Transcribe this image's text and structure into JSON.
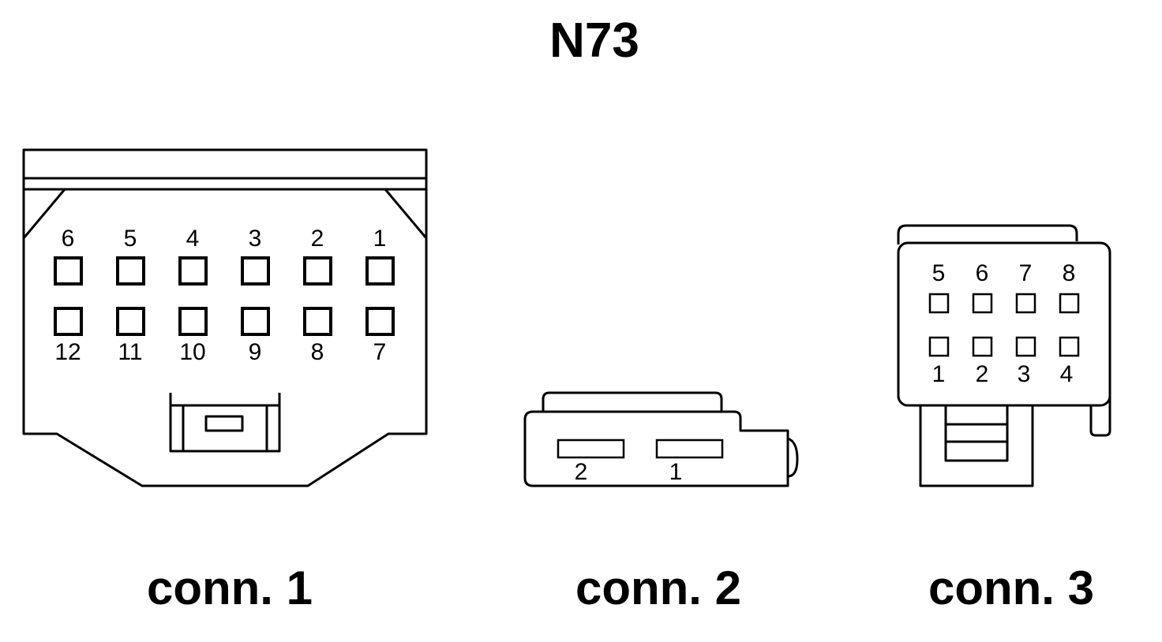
{
  "title": "N73",
  "connectors": [
    {
      "caption": "conn. 1",
      "pins_top": [
        "6",
        "5",
        "4",
        "3",
        "2",
        "1"
      ],
      "pins_bottom": [
        "12",
        "11",
        "10",
        "9",
        "8",
        "7"
      ]
    },
    {
      "caption": "conn. 2",
      "pins": [
        "2",
        "1"
      ]
    },
    {
      "caption": "conn. 3",
      "pins_top": [
        "5",
        "6",
        "7",
        "8"
      ],
      "pins_bottom": [
        "1",
        "2",
        "3",
        "4"
      ]
    }
  ]
}
